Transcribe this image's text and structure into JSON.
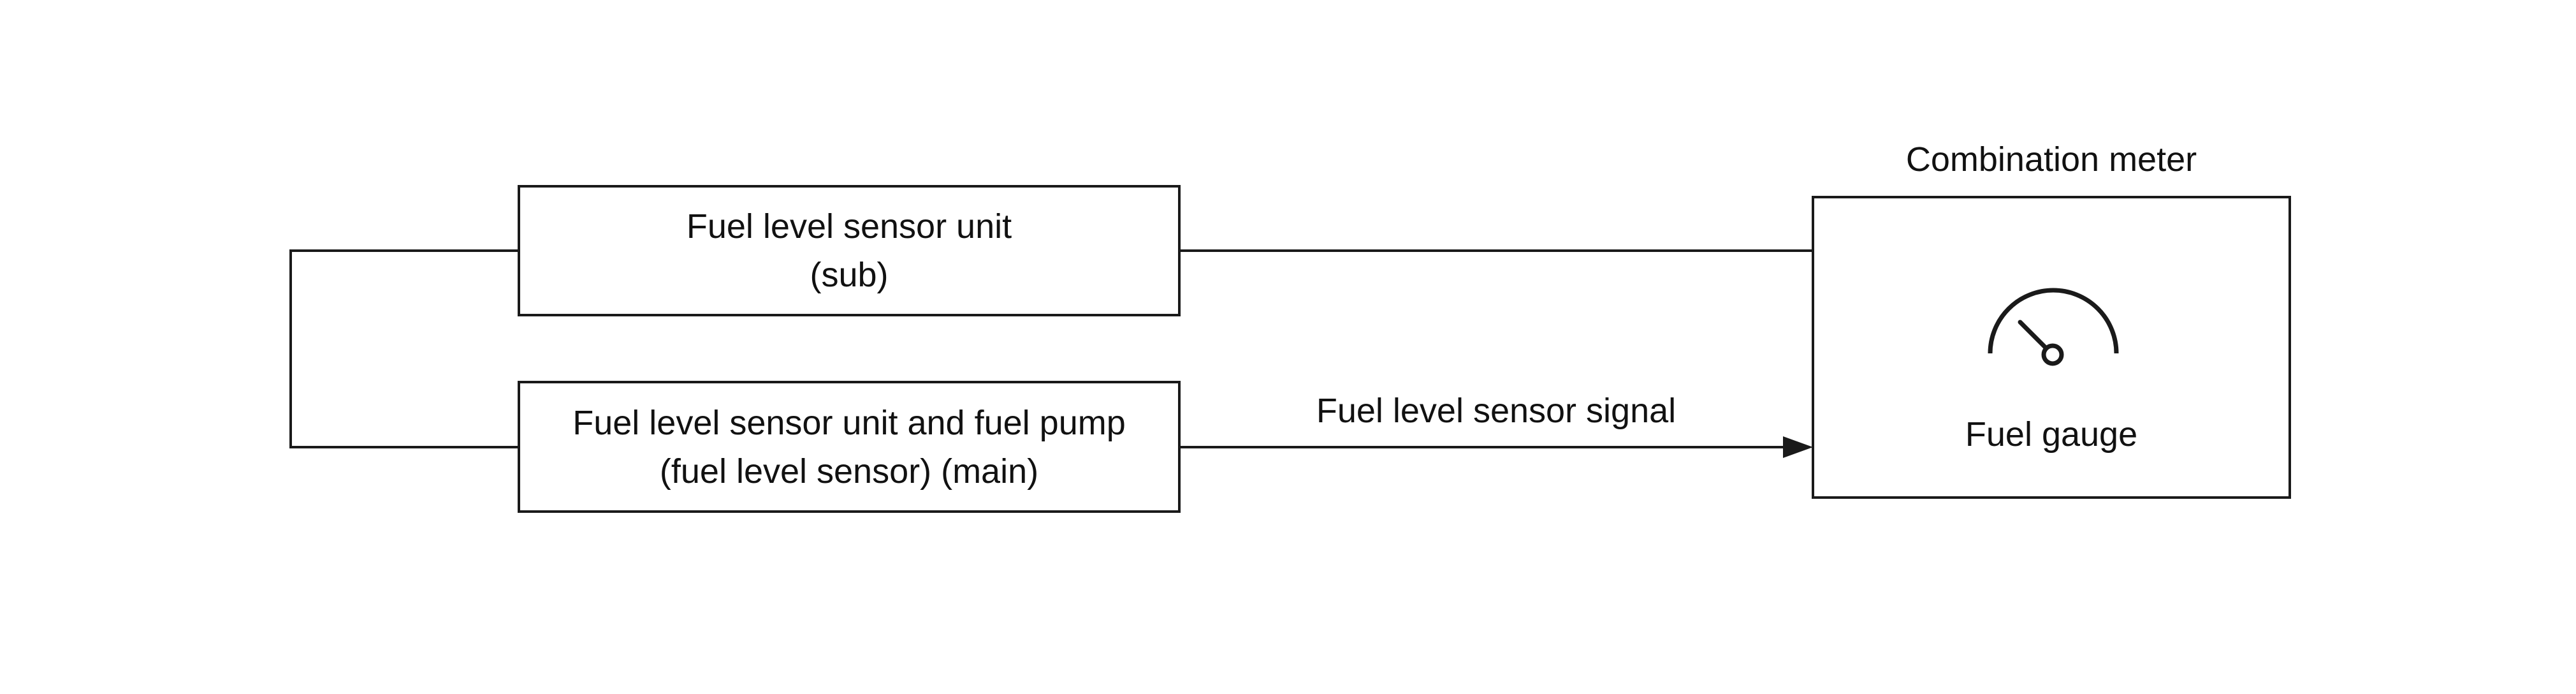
{
  "diagram": {
    "sub_unit": {
      "line1": "Fuel level sensor unit",
      "line2": "(sub)"
    },
    "main_unit": {
      "line1": "Fuel level sensor unit and fuel pump",
      "line2": "(fuel level sensor) (main)"
    },
    "combination_meter": {
      "title": "Combination meter",
      "gauge_label": "Fuel gauge",
      "icon": "gauge-icon"
    },
    "signal_label": "Fuel level sensor signal",
    "colors": {
      "line": "#1a1a1a",
      "background": "#ffffff"
    }
  }
}
